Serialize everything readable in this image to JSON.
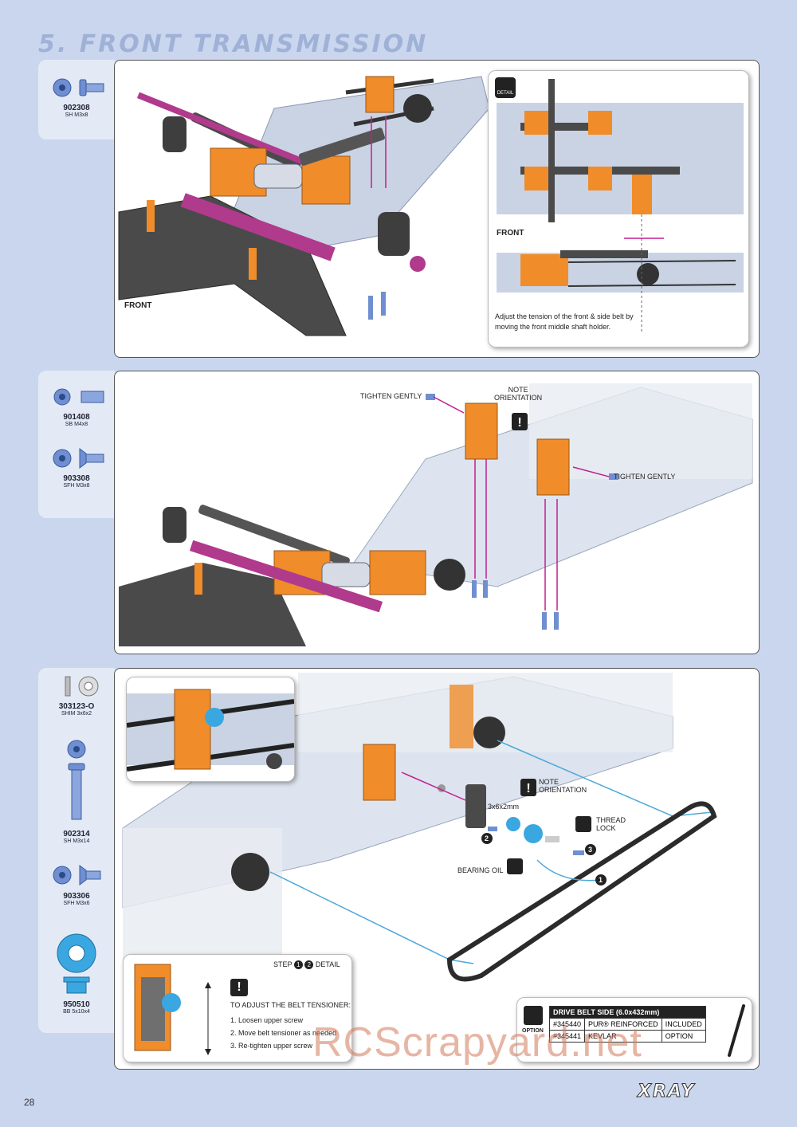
{
  "section_title": "5. FRONT TRANSMISSION",
  "page_number": "28",
  "brand_logo": "XRAY",
  "watermark": "RCScrapyard.net",
  "step1": {
    "parts": [
      {
        "code": "902308",
        "desc": "SH M3x8",
        "icon": "socket-head-screw-icon"
      }
    ],
    "front_label": "FRONT",
    "detail": {
      "badge": "DETAIL",
      "front_label": "FRONT",
      "note": "Adjust the tension of the front & side belt by moving the front middle shaft holder."
    }
  },
  "step2": {
    "parts": [
      {
        "code": "901408",
        "desc": "SB M4x8",
        "icon": "set-screw-icon"
      },
      {
        "code": "903308",
        "desc": "SFH M3x8",
        "icon": "flat-head-screw-icon"
      }
    ],
    "tighten_gently_1": "TIGHTEN GENTLY",
    "tighten_gently_2": "TIGHTEN GENTLY",
    "note_orientation": "NOTE\nORIENTATION"
  },
  "step3": {
    "parts": [
      {
        "code": "303123-O",
        "desc": "SHIM 3x6x2",
        "icon": "shim-icon"
      },
      {
        "code": "902314",
        "desc": "SH M3x14",
        "icon": "socket-head-screw-icon"
      },
      {
        "code": "903306",
        "desc": "SFH M3x6",
        "icon": "flat-head-screw-icon"
      },
      {
        "code": "950510",
        "desc": "BB 5x10x4",
        "icon": "ball-bearing-icon"
      }
    ],
    "note_orientation": "NOTE\nORIENTATION",
    "shim_size": "3x6x2mm",
    "thread_lock": "THREAD\nLOCK",
    "bearing_oil": "BEARING OIL",
    "step_markers": [
      "1",
      "2",
      "3"
    ],
    "step_detail": {
      "title": "STEP",
      "title_suffix": "DETAIL",
      "heading": "TO ADJUST THE BELT TENSIONER:",
      "steps": [
        "1. Loosen upper screw",
        "2. Move belt tensioner as needed",
        "3. Re-tighten upper screw"
      ]
    },
    "option": {
      "badge": "OPTION",
      "header": "DRIVE BELT SIDE (6.0x432mm)",
      "rows": [
        {
          "part": "#345440",
          "material": "PUR® REINFORCED",
          "status": "INCLUDED"
        },
        {
          "part": "#345441",
          "material": "KEVLAR",
          "status": "OPTION"
        }
      ]
    }
  },
  "colors": {
    "page_bg": "#c9d6ee",
    "tab_bg": "#e3eaf6",
    "orange_parts": "#f08c2a",
    "purple_parts": "#b03a8c",
    "chassis_gray": "#c9d3e4",
    "carbon": "#4a4a4a",
    "arrow_magenta": "#c21f8f",
    "arrow_blue": "#4fa8d8"
  }
}
